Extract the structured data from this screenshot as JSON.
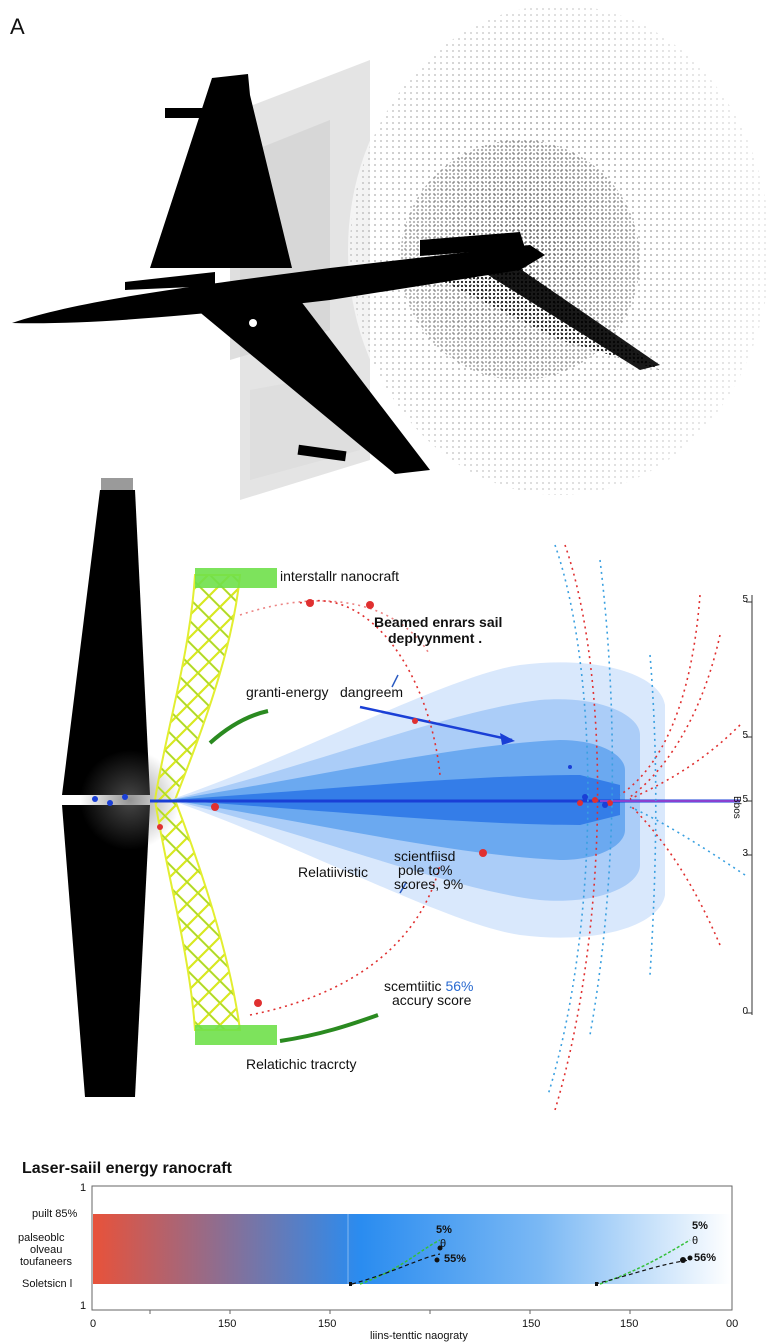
{
  "panel_a": {
    "label": "A"
  },
  "panel_b": {
    "labels": {
      "nanocraft": "interstallr nanocraft",
      "beamed_line1": "Beamed enrars sail",
      "beamed_line2": "deplyynment .",
      "grant": "granti-energy",
      "dangreem": "dangreem",
      "relativistic": "Relatiivistic",
      "scientific_line1": "scientfiisd",
      "scientific_line2": "pole to%",
      "scientific_line3": "scores, 9%",
      "accuracy_line1": "scemtiitic",
      "accuracy_pct": "56%",
      "accuracy_line2": "accury score",
      "trajectory": "Relatichic tracrcty"
    },
    "right_ticks": [
      "5",
      "5",
      "5",
      "3",
      "0"
    ],
    "right_axis_label": "Bbos"
  },
  "bottom_chart": {
    "title": "Laser-saiil energy ranocraft",
    "y_labels": {
      "top": "1",
      "row1": "puilt 85%",
      "row2_line1": "palseoblc",
      "row2_line2": "olveau",
      "row2_line3": "toufaneers",
      "row3": "Soletsicn l",
      "bottom": "1"
    },
    "x_ticks": [
      "0",
      "150",
      "150",
      "150",
      "150",
      "00"
    ],
    "xlabel": "liins-tenttic naograty",
    "annotations": {
      "a1": "5%",
      "a2": "θ",
      "a3": "55%",
      "b1": "5%",
      "b2": "θ",
      "b3": "56%"
    },
    "colors": {
      "start": "#e8523a",
      "mid": "#2a8cf0",
      "end": "#ffffff"
    }
  },
  "colors": {
    "silhouette": "#000000",
    "beam": "#1a3fd6",
    "beam_fan": "#3d8ff0",
    "truss": "#e8f040",
    "truss_cap": "#6fe04a",
    "dots_red": "#e03030",
    "dots_blue": "#3aa0e0"
  }
}
